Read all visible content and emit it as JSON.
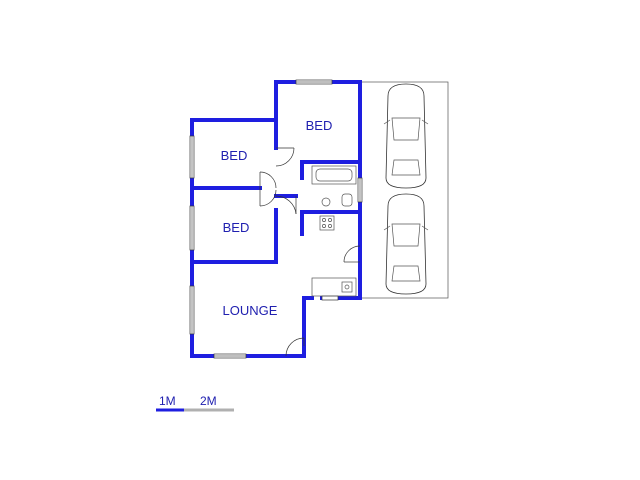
{
  "rooms": {
    "bed_top": "BED",
    "bed_left_upper": "BED",
    "bed_left_lower": "BED",
    "lounge": "LOUNGE"
  },
  "scale": {
    "label_1": "1M",
    "label_2": "2M"
  },
  "colors": {
    "wall": "#1e1ee0",
    "label": "#2020b0",
    "scale_dark": "#1e1ee0",
    "scale_light": "#b0b0b0"
  }
}
